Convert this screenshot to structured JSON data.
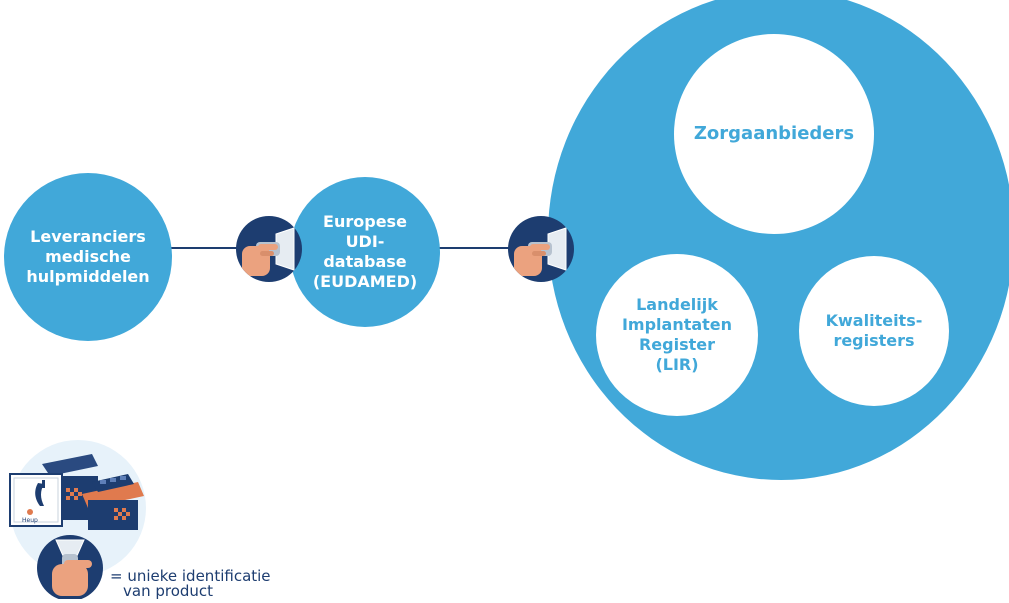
{
  "nodes": {
    "suppliers": "Leveranciers\nmedische\nhulpmiddelen",
    "eudamed": "Europese\nUDI-\ndatabase\n(EUDAMED)",
    "care_providers": "Zorgaanbieders",
    "lir": "Landelijk\nImplantaten\nRegister\n(LIR)",
    "quality_registers": "Kwaliteits-\nregisters"
  },
  "legend": {
    "line1": "= unieke identificatie",
    "line2": "van product",
    "box_label": "Heup"
  },
  "colors": {
    "primary_blue": "#41A8D9",
    "navy": "#1D3D70",
    "accent_orange": "#E07A4E",
    "skin": "#EBA27F"
  },
  "icons": [
    "barcode-scanner-icon",
    "product-boxes-icon"
  ]
}
